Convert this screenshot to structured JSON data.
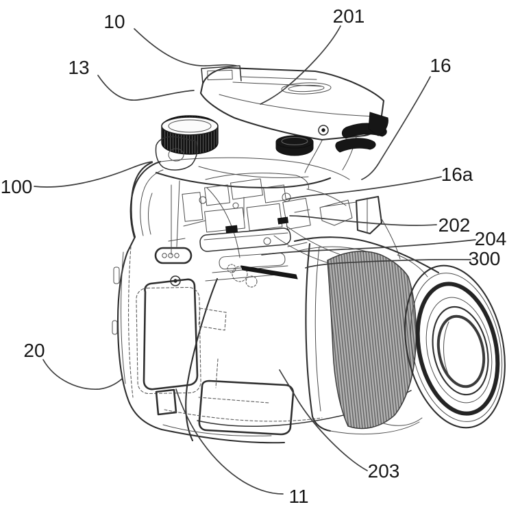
{
  "figure": {
    "kind": "patent-exploded-view-camera",
    "colors": {
      "background": "#ffffff",
      "line": "#2e2e2e",
      "dark_part": "#161616",
      "rib_ring": "#b0b0b0",
      "label_text": "#171717"
    },
    "labels": [
      {
        "ref": "10",
        "text": "10"
      },
      {
        "ref": "13",
        "text": "13"
      },
      {
        "ref": "100",
        "text": "100"
      },
      {
        "ref": "201",
        "text": "201"
      },
      {
        "ref": "16",
        "text": "16"
      },
      {
        "ref": "16a",
        "text": "16a"
      },
      {
        "ref": "202",
        "text": "202"
      },
      {
        "ref": "204",
        "text": "204"
      },
      {
        "ref": "300",
        "text": "300"
      },
      {
        "ref": "20",
        "text": "20"
      },
      {
        "ref": "203",
        "text": "203"
      },
      {
        "ref": "11",
        "text": "11"
      }
    ]
  }
}
